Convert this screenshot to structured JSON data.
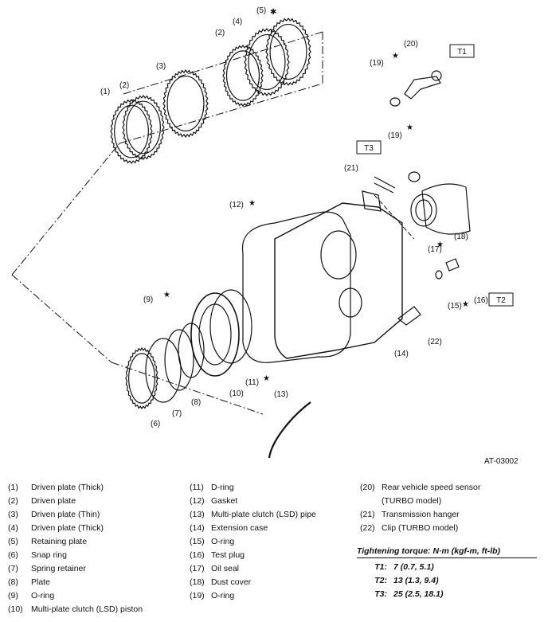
{
  "diagram": {
    "callouts": [
      "(1)",
      "(2)",
      "(3)",
      "(2)",
      "(4)",
      "(5)",
      "(20)",
      "(19)",
      "(19)",
      "(21)",
      "(12)",
      "(18)",
      "(17)",
      "(16)",
      "(15)",
      "(9)",
      "(11)",
      "(14)",
      "(22)",
      "(10)",
      "(8)",
      "(7)",
      "(6)",
      "(13)"
    ],
    "torque_tags": [
      "T1",
      "T2",
      "T3"
    ],
    "markers": {
      "star": "★",
      "asterisk": "✱"
    },
    "drawing_code": "AT-03002"
  },
  "legend": {
    "col1": [
      {
        "num": "(1)",
        "text": "Driven plate (Thick)"
      },
      {
        "num": "(2)",
        "text": "Driven plate"
      },
      {
        "num": "(3)",
        "text": "Driven plate (Thin)"
      },
      {
        "num": "(4)",
        "text": "Driven plate (Thick)"
      },
      {
        "num": "(5)",
        "text": "Retaining plate"
      },
      {
        "num": "(6)",
        "text": "Snap ring"
      },
      {
        "num": "(7)",
        "text": "Spring retainer"
      },
      {
        "num": "(8)",
        "text": "Plate"
      },
      {
        "num": "(9)",
        "text": "O-ring"
      },
      {
        "num": "(10)",
        "text": "Multi-plate clutch (LSD) piston"
      }
    ],
    "col2": [
      {
        "num": "(11)",
        "text": "D-ring"
      },
      {
        "num": "(12)",
        "text": "Gasket"
      },
      {
        "num": "(13)",
        "text": "Multi-plate clutch (LSD) pipe"
      },
      {
        "num": "(14)",
        "text": "Extension case"
      },
      {
        "num": "(15)",
        "text": "O-ring"
      },
      {
        "num": "(16)",
        "text": "Test plug"
      },
      {
        "num": "(17)",
        "text": "Oil seal"
      },
      {
        "num": "(18)",
        "text": "Dust cover"
      },
      {
        "num": "(19)",
        "text": "O-ring"
      }
    ],
    "col3": [
      {
        "num": "(20)",
        "text": "Rear vehicle speed sensor"
      },
      {
        "num": "",
        "text": "(TURBO model)"
      },
      {
        "num": "(21)",
        "text": "Transmission hanger"
      },
      {
        "num": "(22)",
        "text": "Clip (TURBO model)"
      }
    ]
  },
  "torque": {
    "title": "Tightening torque: N·m (kgf-m, ft-lb)",
    "rows": [
      {
        "key": "T1:",
        "value": "7 (0.7, 5.1)"
      },
      {
        "key": "T2:",
        "value": "13 (1.3, 9.4)"
      },
      {
        "key": "T3:",
        "value": "25 (2.5, 18.1)"
      }
    ]
  }
}
